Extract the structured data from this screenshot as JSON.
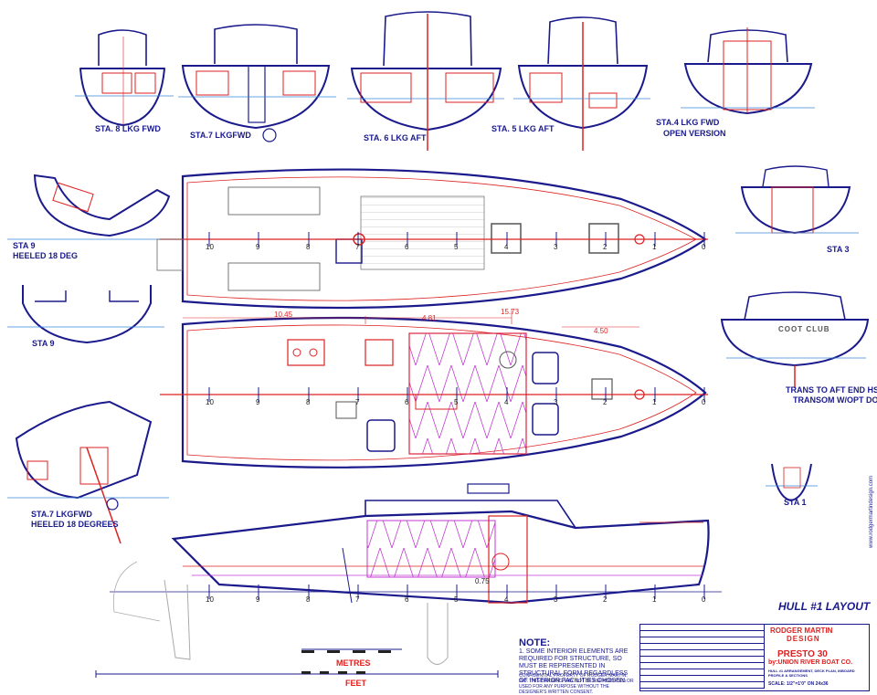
{
  "views": {
    "sta8": "STA. 8 LKG FWD",
    "sta7": "STA.7   LKGFWD",
    "sta6": "STA. 6 LKG AFT",
    "sta5": "STA. 5  LKG AFT",
    "sta4_a": "STA.4   LKG FWD",
    "sta4_b": "OPEN VERSION",
    "sta9h_a": "STA 9",
    "sta9h_b": "HEELED 18 DEG",
    "sta9": "STA 9",
    "sta7h_a": "STA.7   LKGFWD",
    "sta7h_b": "HEELED 18 DEGREES",
    "sta3": "STA 3",
    "trans_a": "TRANS TO AFT END HSE",
    "trans_b": "TRANSOM W/OPT DOOR",
    "sta1": "STA 1",
    "hull": "HULL #1 LAYOUT",
    "transom_name": "COOT CLUB"
  },
  "stations": [
    "10",
    "9",
    "8",
    "7",
    "6",
    "5",
    "4",
    "3",
    "2",
    "1",
    "0"
  ],
  "dimensions": {
    "d1": "10.45",
    "d2": "4.81",
    "d3": "15.73",
    "d4": "4.50",
    "d5": "0.75"
  },
  "scale": {
    "metres": "METRES",
    "feet": "FEET"
  },
  "note": {
    "title": "NOTE:",
    "body": "1. SOME INTERIOR ELEMENTS ARE REQUIRED FOR STRUCTURE, SO MUST BE REPRESENTED IN STRUCTURAL FORM REGARDLESS OF INTERIOR FACILITIES CHOSEN.",
    "copyright": "CONFIDENTIAL PROPERTY OF RODGER MARTIN, INC. THIS DRAWING MAY NOT BE REPRODUCED OR USED FOR ANY PURPOSE WITHOUT THE DESIGNER'S WRITTEN CONSENT."
  },
  "title_block": {
    "firm1": "RODGER MARTIN",
    "firm2": "DESIGN",
    "boat": "PRESTO 30",
    "builder": "by:UNION RIVER BOAT CO.",
    "sheet": "HULL #1 ARRANGEMENT, DECK PLAN, INBOARD PROFILE & SECTIONS",
    "scale": "SCALE: 1/2\"=1'0\" ON 24x36"
  },
  "colors": {
    "hull": "#1a1a8c",
    "detail": "#d22",
    "interior": "#c03ad0",
    "waterline": "#3a8ad8"
  }
}
